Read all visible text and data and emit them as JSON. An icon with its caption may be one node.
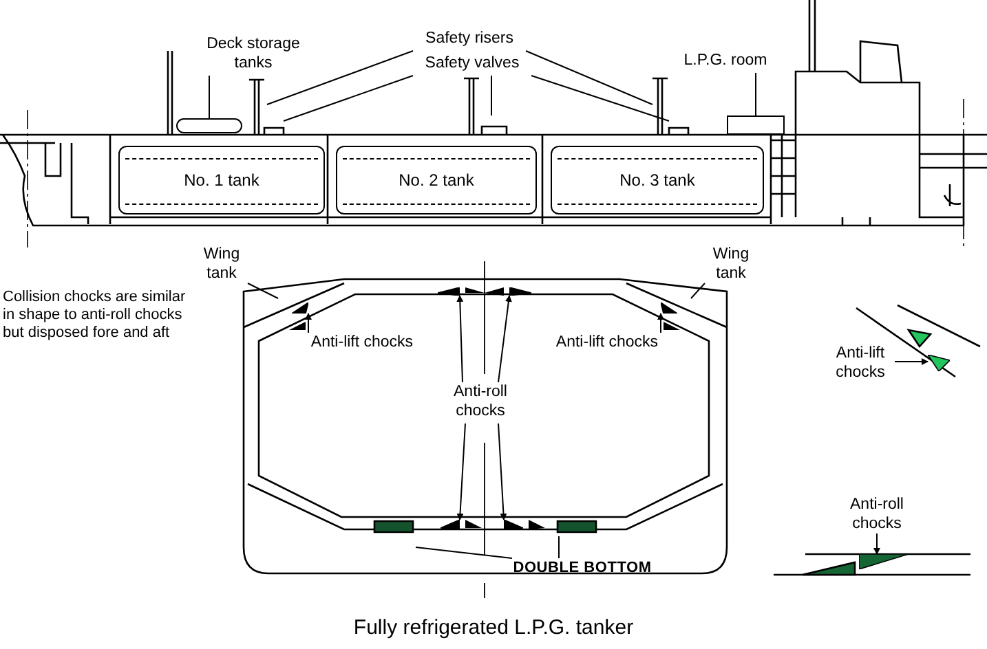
{
  "diagram": {
    "caption": "Fully refrigerated L.P.G. tanker",
    "nodes": [
      {
        "text": [
          "Deck storage tanks"
        ]
      },
      {
        "text": [
          "Safety risers"
        ]
      },
      {
        "text": [
          "Safety valves"
        ]
      },
      {
        "text": [
          "L.P.G. room"
        ]
      },
      {
        "text": [],
        "shape": "cylinder"
      },
      {
        "text": [],
        "shape": "box"
      },
      {
        "text": [
          "No. 1 tank"
        ]
      },
      {
        "text": [
          "No. 2 tank"
        ]
      },
      {
        "text": [
          "No. 3 tank"
        ]
      },
      {
        "text": [
          "Wing tank"
        ]
      },
      {
        "text": [
          "Wing tank"
        ]
      },
      {
        "text": [
          "Anti-lift chocks"
        ]
      },
      {
        "text": [
          "Anti-lift chocks"
        ]
      },
      {
        "text": [
          "Anti-roll chocks"
        ]
      },
      {
        "text": [
          "DOUBLE BOTTOM"
        ]
      },
      {
        "text": [
          "Anti-lift chocks"
        ]
      },
      {
        "text": [
          "Anti-roll chocks"
        ]
      },
      {
        "text": [],
        "shape": "triangle"
      },
      {
        "text": [],
        "shape": "triangle"
      },
      {
        "text": [],
        "shape": "triangle"
      },
      {
        "text": [],
        "shape": "triangle"
      },
      {
        "text": [],
        "shape": "triangle"
      },
      {
        "text": [],
        "shape": "triangle"
      },
      {
        "text": [],
        "shape": "triangle"
      },
      {
        "text": [],
        "shape": "triangle"
      }
    ],
    "edges": [
      {
        "from": 0,
        "to": 4,
        "arrow": "none"
      },
      {
        "from": 1,
        "to": null,
        "arrow": "none"
      },
      {
        "from": 1,
        "to": null,
        "arrow": "none"
      },
      {
        "from": 2,
        "to": null,
        "arrow": "none"
      },
      {
        "from": 2,
        "to": null,
        "arrow": "none"
      },
      {
        "from": 2,
        "to": null,
        "arrow": "none"
      },
      {
        "from": 3,
        "to": 5,
        "arrow": "none"
      },
      {
        "from": 9,
        "to": null,
        "arrow": "none"
      },
      {
        "from": 10,
        "to": null,
        "arrow": "none"
      },
      {
        "from": 11,
        "to": 17,
        "arrow": "to"
      },
      {
        "from": 12,
        "to": 18,
        "arrow": "to"
      },
      {
        "from": 13,
        "to": 19,
        "arrow": "to"
      },
      {
        "from": 13,
        "to": 20,
        "arrow": "to"
      },
      {
        "from": 13,
        "to": 21,
        "arrow": "to"
      },
      {
        "from": 13,
        "to": 22,
        "arrow": "to"
      },
      {
        "from": 14,
        "to": null,
        "arrow": "none"
      },
      {
        "from": 14,
        "to": null,
        "arrow": "none"
      },
      {
        "from": 15,
        "to": 23,
        "arrow": "to"
      },
      {
        "from": 16,
        "to": 24,
        "arrow": "to"
      }
    ],
    "labels": [
      "Collision chocks are similar in shape to anti-roll chocks but disposed fore and aft"
    ]
  }
}
